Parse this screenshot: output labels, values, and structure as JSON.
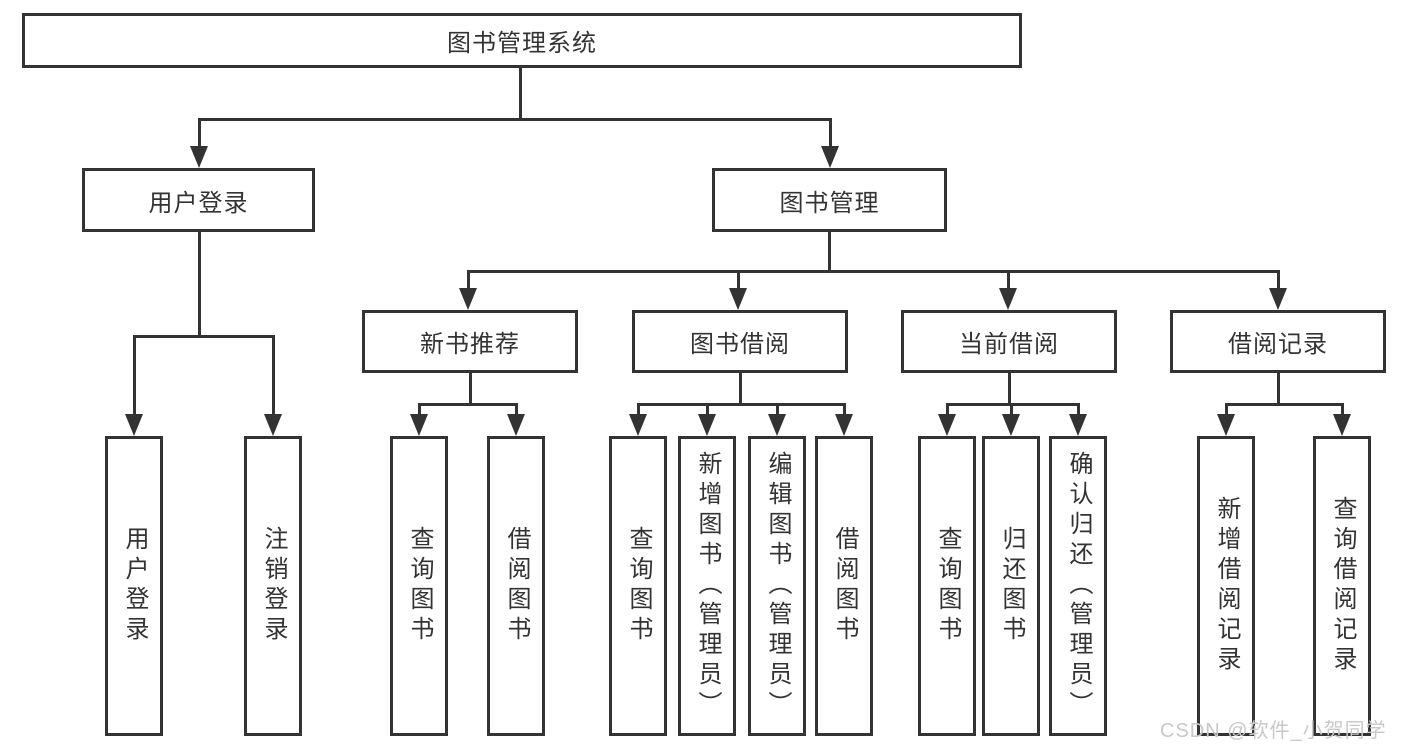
{
  "tree": {
    "root": {
      "label": "图书管理系统"
    },
    "branches": [
      {
        "label": "用户登录",
        "leaves": [
          "用户登录",
          "注销登录"
        ]
      },
      {
        "label": "图书管理",
        "groups": [
          {
            "label": "新书推荐",
            "leaves": [
              "查询图书",
              "借阅图书"
            ]
          },
          {
            "label": "图书借阅",
            "leaves": [
              "查询图书",
              "新增图书（管理员）",
              "编辑图书（管理员）",
              "借阅图书"
            ]
          },
          {
            "label": "当前借阅",
            "leaves": [
              "查询图书",
              "归还图书",
              "确认归还（管理员）"
            ]
          },
          {
            "label": "借阅记录",
            "leaves": [
              "新增借阅记录",
              "查询借阅记录"
            ]
          }
        ]
      }
    ]
  },
  "watermark": "CSDN @软件_小贺同学",
  "colors": {
    "line": "#333333",
    "text": "#333333",
    "background": "#ffffff",
    "watermark": "#c8c8c8"
  }
}
